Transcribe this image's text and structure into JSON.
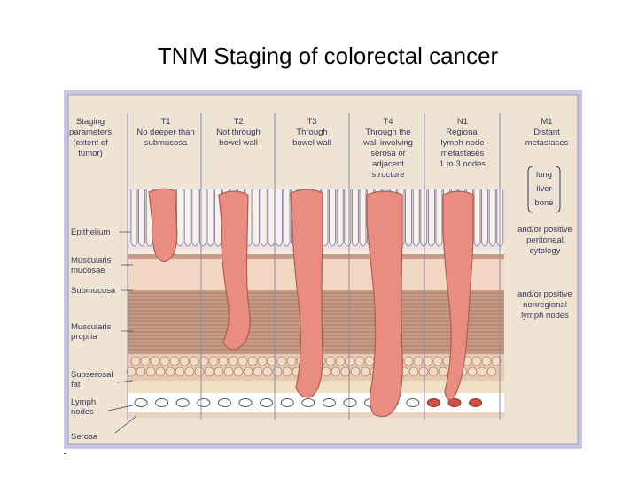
{
  "title": "TNM Staging of colorectal cancer",
  "figure": {
    "columns": [
      {
        "id": "params",
        "header": "",
        "lines": [
          "Staging",
          "parameters",
          "(extent of",
          "tumor)"
        ]
      },
      {
        "id": "t1",
        "header": "T1",
        "lines": [
          "No deeper than",
          "submucosa"
        ]
      },
      {
        "id": "t2",
        "header": "T2",
        "lines": [
          "Not through",
          "bowel wall"
        ]
      },
      {
        "id": "t3",
        "header": "T3",
        "lines": [
          "Through",
          "bowel wall"
        ]
      },
      {
        "id": "t4",
        "header": "T4",
        "lines": [
          "Through the",
          "wall involving",
          "serosa or",
          "adjacent",
          "structure"
        ]
      },
      {
        "id": "n1",
        "header": "N1",
        "lines": [
          "Regional",
          "lymph node",
          "metastases",
          "1 to 3 nodes"
        ]
      },
      {
        "id": "m1",
        "header": "M1",
        "lines": [
          "Distant",
          "metastases"
        ]
      }
    ],
    "metastasis_sites": [
      "lung",
      "liver",
      "bone"
    ],
    "m1_notes": [
      [
        "and/or positive",
        "peritoneal",
        "cytology"
      ],
      [
        "and/or positive",
        "nonregional",
        "lymph nodes"
      ]
    ],
    "layer_labels": [
      [
        "Epithelium"
      ],
      [
        "Muscularis",
        "mucosae"
      ],
      [
        "Submucosa"
      ],
      [
        "Muscularis",
        "propria"
      ],
      [
        "Subserosal",
        "fat"
      ],
      [
        "Lymph",
        "nodes"
      ],
      [
        "Serosa"
      ]
    ],
    "colors": {
      "frame": "#c8c8e2",
      "background": "#efe3d4",
      "tumor": "#e98d80",
      "tumor_edge": "#b25c52",
      "muscle": "#c69b84",
      "muscle_line": "#8a5d49",
      "submucosa": "#f1d7c4",
      "fat": "#f0e1c2",
      "node_red": "#c9524a",
      "text": "#3a3a5a"
    }
  }
}
